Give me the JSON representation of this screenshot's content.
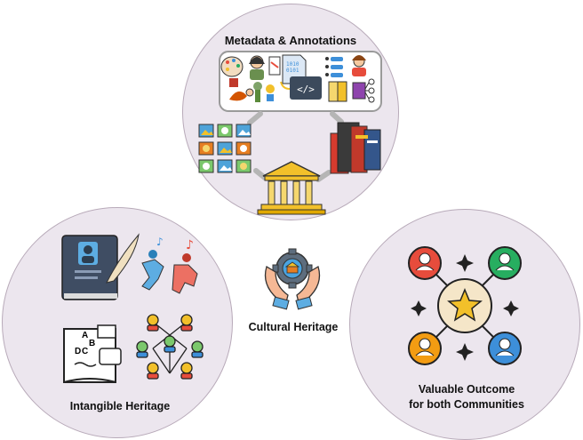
{
  "title_top": "Metadata & Annotations",
  "title_center": "Cultural Heritage",
  "title_left": "Intangible Heritage",
  "title_right_line1": "Valuable Outcome",
  "title_right_line2": "for both Communities",
  "icons": {
    "top": [
      "palette-icon",
      "artist-icon",
      "painter-icon",
      "binary-file-icon",
      "code-icon",
      "flowchart-icon",
      "person-icon",
      "story-icon",
      "objects-icon",
      "book-icon",
      "graph-icon",
      "photo-grid-icon",
      "books-icon",
      "museum-icon"
    ],
    "center": [
      "hands-gear-icon"
    ],
    "left": [
      "biography-book-icon",
      "dance-icon",
      "alphabet-book-icon",
      "community-network-icon"
    ],
    "right": [
      "community-star-network-icon"
    ]
  },
  "colors": {
    "circle_fill": "#ece6ee",
    "circle_stroke": "#b8aab9",
    "accent_gold": "#f2c02a",
    "accent_red": "#e74c3c",
    "accent_green": "#27ae60",
    "accent_blue": "#3d8fd9"
  }
}
